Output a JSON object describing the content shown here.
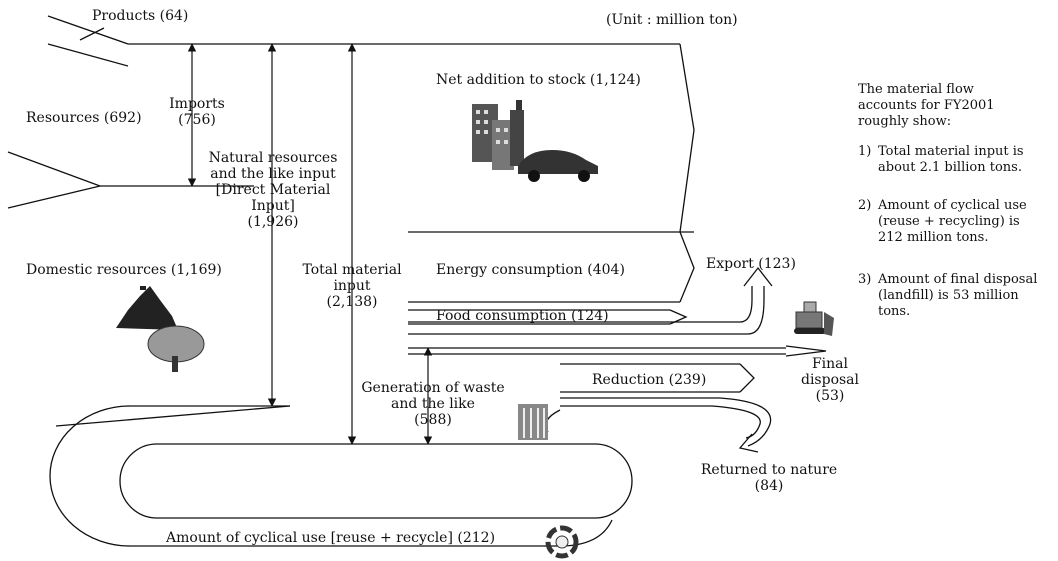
{
  "unit": "(Unit : million ton)",
  "flows": {
    "products": "Products (64)",
    "resources": "Resources (692)",
    "imports": [
      "Imports",
      "(756)"
    ],
    "natural_input": [
      "Natural resources",
      "and the like input",
      "[Direct Material",
      "Input]",
      "(1,926)"
    ],
    "domestic": "Domestic resources (1,169)",
    "total_input": [
      "Total material",
      "input",
      "(2,138)"
    ],
    "stock": "Net addition to stock (1,124)",
    "energy": "Energy consumption (404)",
    "food": "Food consumption (124)",
    "export": "Export (123)",
    "final_disposal": [
      "Final",
      "disposal",
      "(53)"
    ],
    "waste": [
      "Generation of waste",
      "and the like",
      "(588)"
    ],
    "reduction": "Reduction (239)",
    "nature": [
      "Returned to nature",
      "(84)"
    ],
    "cyclical": "Amount of cyclical use [reuse + recycle] (212)"
  },
  "summary": {
    "intro": [
      "The material flow",
      "accounts for FY2001",
      "roughly show:"
    ],
    "items": [
      {
        "num": "1)",
        "text": "Total material input is about 2.1 billion tons."
      },
      {
        "num": "2)",
        "text": "Amount of cyclical use (reuse + recycling) is 212 million tons."
      },
      {
        "num": "3)",
        "text": "Amount of final disposal (landfill) is 53 million tons."
      }
    ]
  },
  "icons": [
    "buildings-icon",
    "car-icon",
    "tree-icon",
    "ore-pile-icon",
    "bulldozer-icon",
    "waste-bin-icon",
    "recycle-icon"
  ]
}
